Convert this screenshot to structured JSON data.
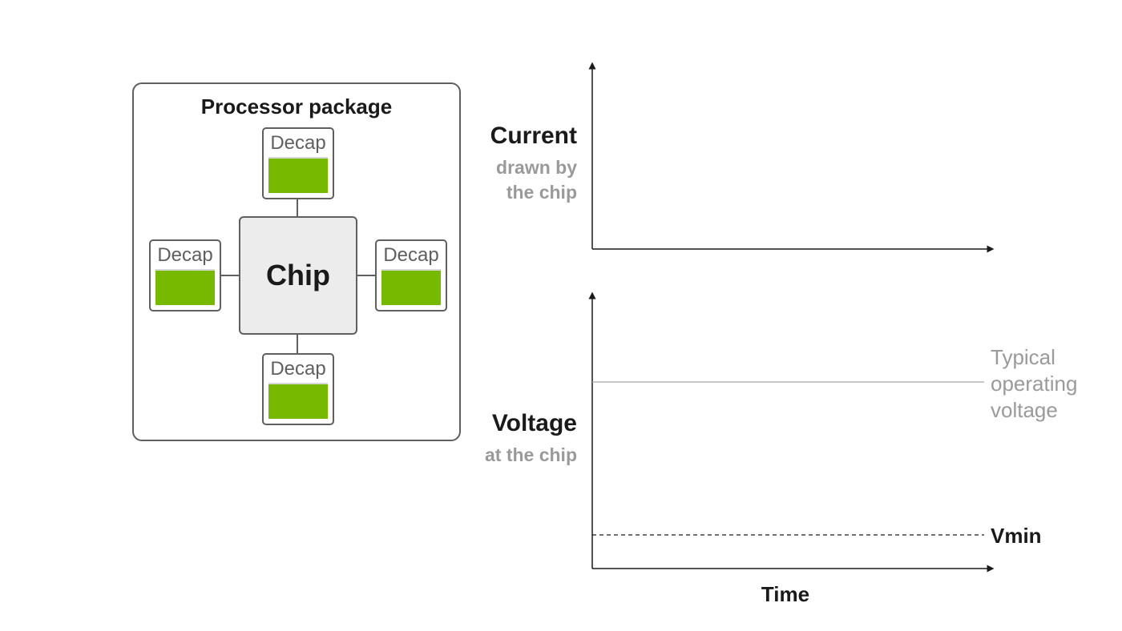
{
  "package": {
    "title": "Processor package",
    "chip_label": "Chip",
    "decaps": [
      {
        "label": "Decap"
      },
      {
        "label": "Decap"
      },
      {
        "label": "Decap"
      },
      {
        "label": "Decap"
      }
    ]
  },
  "current_plot": {
    "title": "Current",
    "subtitle_line1": "drawn by",
    "subtitle_line2": "the chip"
  },
  "voltage_plot": {
    "title": "Voltage",
    "subtitle": "at the chip",
    "typical_line1": "Typical",
    "typical_line2": "operating",
    "typical_line3": "voltage",
    "vmin_label": "Vmin",
    "x_label": "Time"
  },
  "colors": {
    "decap_fill": "#76b900",
    "chip_fill": "#ececec",
    "outline": "#5f5f5f",
    "muted_text": "#9a9a9a"
  }
}
